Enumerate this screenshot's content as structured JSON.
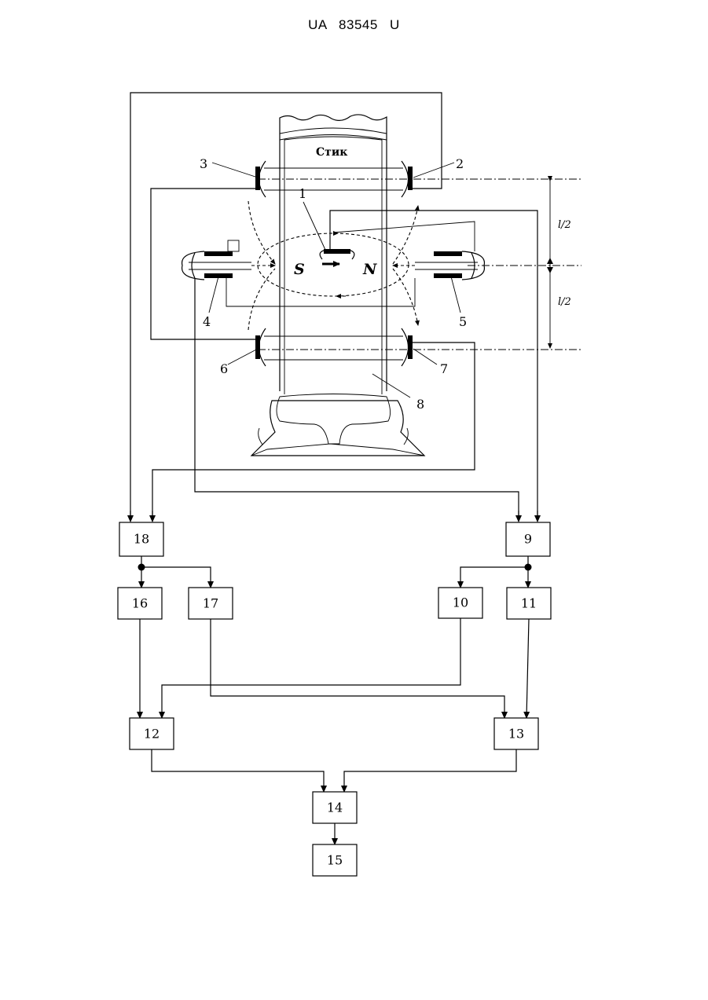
{
  "header": {
    "doc_number": "UA   83545   U"
  },
  "diagram": {
    "joint_label": "Стик",
    "pole_s": "S",
    "pole_n": "N",
    "dim_upper": "l/2",
    "dim_lower": "l/2",
    "callouts": [
      "1",
      "2",
      "3",
      "4",
      "5",
      "6",
      "7",
      "8"
    ],
    "blocks": [
      "9",
      "10",
      "11",
      "12",
      "13",
      "14",
      "15",
      "16",
      "17",
      "18"
    ]
  }
}
